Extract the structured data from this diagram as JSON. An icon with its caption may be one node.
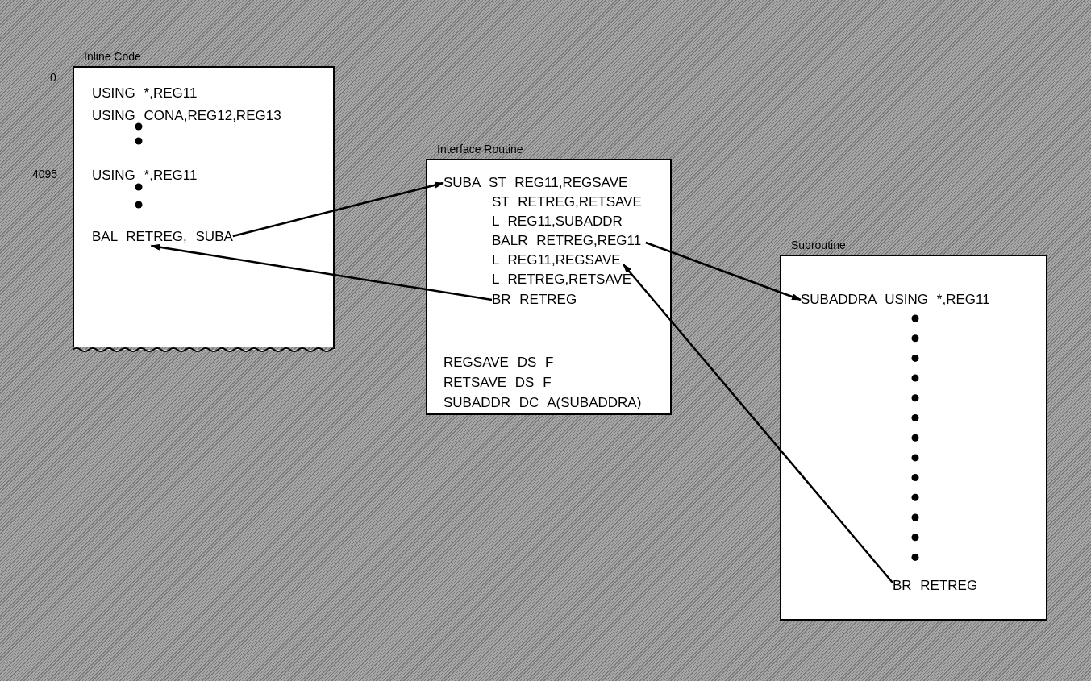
{
  "diagram": {
    "nodes": [
      {
        "text": [
          "Inline Code"
        ]
      },
      {
        "text": [
          "USING *,REG11"
        ],
        "in": 0
      },
      {
        "text": [
          "USING CONA,REG12,REG13"
        ],
        "in": 0
      },
      {
        "text": [
          "USING *,REG11"
        ],
        "in": 0
      },
      {
        "text": [
          "BAL RETREG, SUBA"
        ],
        "in": 0
      },
      {
        "text": [
          "Interface Routine"
        ]
      },
      {
        "text": [
          "SUBA ST REG11,REGSAVE"
        ],
        "in": 5
      },
      {
        "text": [
          "ST RETREG,RETSAVE"
        ],
        "in": 5
      },
      {
        "text": [
          "L REG11,SUBADDR"
        ],
        "in": 5
      },
      {
        "text": [
          "BALR RETREG,REG11"
        ],
        "in": 5
      },
      {
        "text": [
          "L REG11,REGSAVE"
        ],
        "in": 5
      },
      {
        "text": [
          "L RETREG,RETSAVE"
        ],
        "in": 5
      },
      {
        "text": [
          "BR RETREG"
        ],
        "in": 5
      },
      {
        "text": [
          "REGSAVE DS F"
        ],
        "in": 5
      },
      {
        "text": [
          "RETSAVE DS F"
        ],
        "in": 5
      },
      {
        "text": [
          "SUBADDR DC A(SUBADDRA)"
        ],
        "in": 5
      },
      {
        "text": [
          "Subroutine"
        ]
      },
      {
        "text": [
          "SUBADDRA USING *,REG11"
        ],
        "in": 16
      },
      {
        "text": [
          "BR RETREG"
        ],
        "in": 16
      }
    ],
    "edges": [
      {
        "from": 4,
        "to": 6,
        "arrow": "to"
      },
      {
        "from": 12,
        "to": 4,
        "arrow": "to"
      },
      {
        "from": 9,
        "to": 17,
        "arrow": "to"
      },
      {
        "from": 18,
        "to": 10,
        "arrow": "to"
      }
    ],
    "labels": [
      "0",
      "4095"
    ]
  }
}
